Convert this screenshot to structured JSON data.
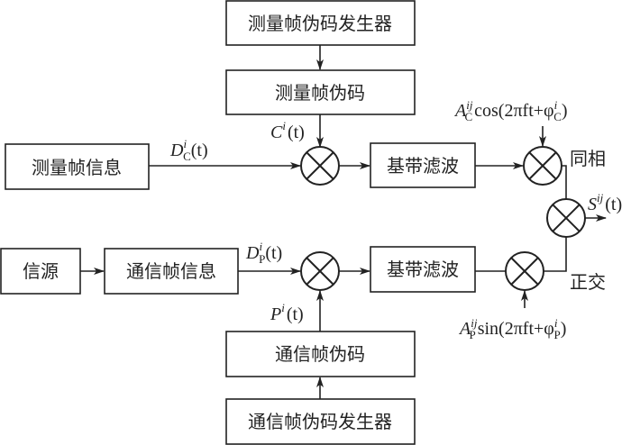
{
  "blocks": {
    "measure_code_gen": "测量帧伪码发生器",
    "measure_code": "测量帧伪码",
    "measure_info": "测量帧信息",
    "baseband_filter_top": "基带滤波",
    "source": "信源",
    "comm_info": "通信帧信息",
    "baseband_filter_bottom": "基带滤波",
    "comm_code": "通信帧伪码",
    "comm_code_gen": "通信帧伪码发生器"
  },
  "labels": {
    "in_phase": "同相",
    "quadrature": "正交",
    "dc": {
      "base": "D",
      "sup": "i",
      "sub": "C",
      "arg": "(t)"
    },
    "dp": {
      "base": "D",
      "sup": "i",
      "sub": "P",
      "arg": "(t)"
    },
    "c": {
      "base": "C",
      "sup": "i",
      "arg": "(t)"
    },
    "p": {
      "base": "P",
      "sup": "i",
      "arg": "(t)"
    },
    "s": {
      "base": "S",
      "sup": "ij",
      "arg": "(t)"
    },
    "carrier_cos": {
      "amp": "A",
      "amp_sup": "ij",
      "amp_sub": "C",
      "func": "cos(2πft+φ",
      "phase_sup": "i",
      "phase_sub": "C",
      "close": ")"
    },
    "carrier_sin": {
      "amp": "A",
      "amp_sup": "ij",
      "amp_sub": "P",
      "func": "sin(2πft+φ",
      "phase_sup": "i",
      "phase_sub": "P",
      "close": ")"
    }
  }
}
